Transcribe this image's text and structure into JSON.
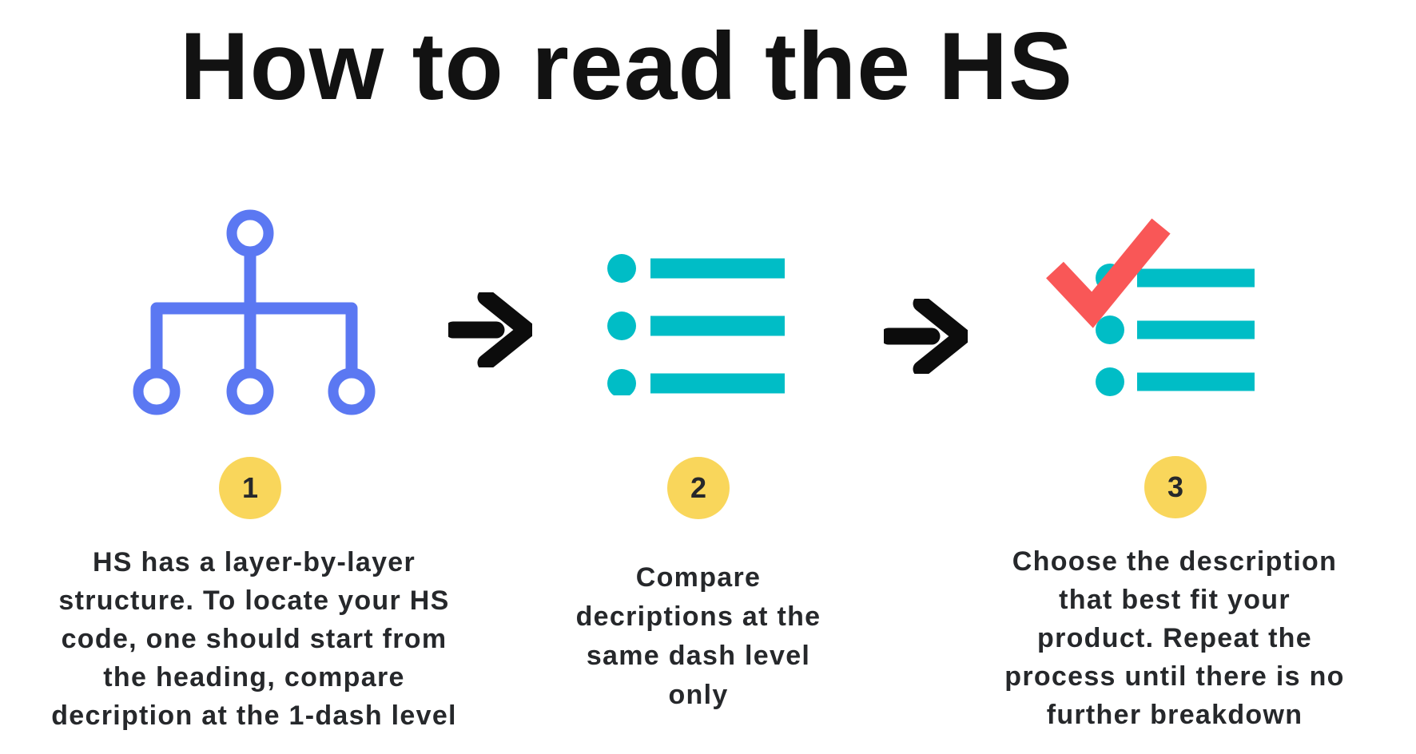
{
  "title": "How to read the HS",
  "colors": {
    "blue": "#5b78f2",
    "teal": "#00bdc6",
    "red": "#f95757",
    "yellow": "#f9d65b",
    "dark": "#26282b",
    "title": "#121212",
    "bg": "#ffffff"
  },
  "steps": [
    {
      "number": "1",
      "icon": "hierarchy-tree-icon",
      "description_lines": [
        "HS has a layer-by-layer",
        "structure. To locate your HS",
        "code, one should start from",
        "the heading, compare",
        "decription at the 1-dash level"
      ]
    },
    {
      "number": "2",
      "icon": "bullet-list-icon",
      "description_lines": [
        "Compare",
        "decriptions at the",
        "same dash level",
        "only"
      ]
    },
    {
      "number": "3",
      "icon": "checked-list-icon",
      "description_lines": [
        "Choose the description",
        "that best fit your",
        "product. Repeat the",
        "process until there is no",
        "further breakdown"
      ]
    }
  ],
  "arrows": [
    {
      "icon": "arrow-right-icon"
    },
    {
      "icon": "arrow-right-icon"
    }
  ]
}
